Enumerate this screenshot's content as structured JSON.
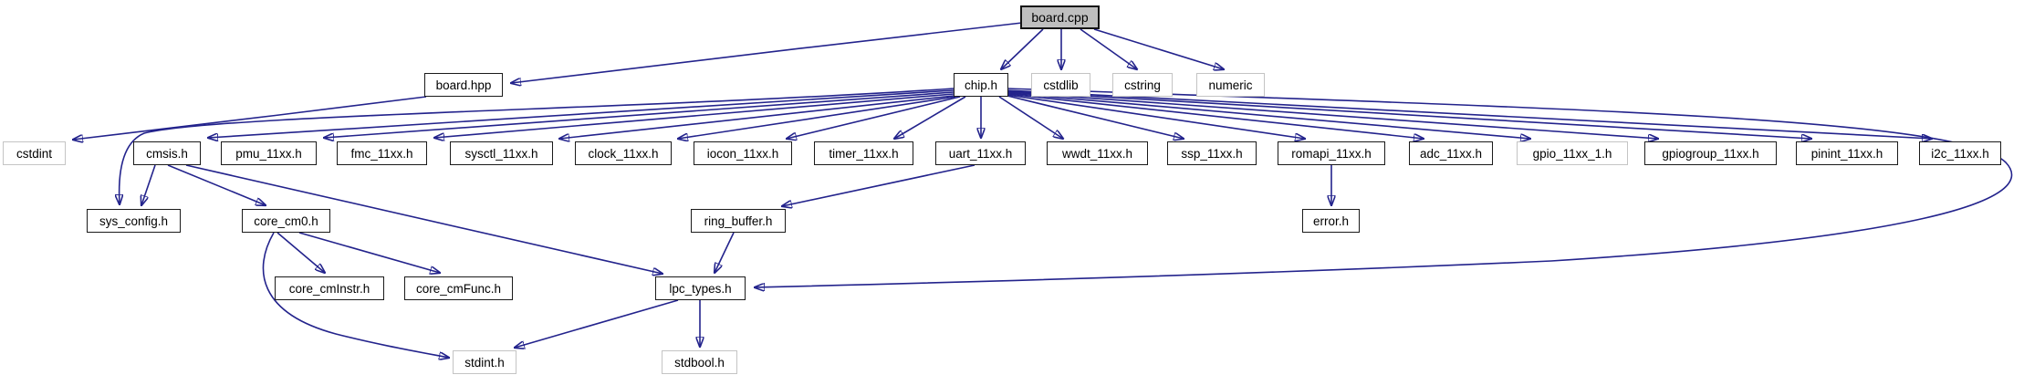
{
  "diagram": {
    "kind": "include-dependency-graph",
    "root_file": "board.cpp",
    "colors": {
      "edge": "#23238c",
      "node_fill": "#ffffff",
      "node_border": "#1a1a1a",
      "external_node_border": "#c4c4c4",
      "root_node_fill": "#bfbfbf",
      "text": "#000000",
      "background": "#ffffff"
    },
    "nodes": [
      {
        "id": "board_cpp",
        "label": "board.cpp",
        "type": "root"
      },
      {
        "id": "board_hpp",
        "label": "board.hpp",
        "type": "internal"
      },
      {
        "id": "chip_h",
        "label": "chip.h",
        "type": "internal"
      },
      {
        "id": "cstdlib",
        "label": "cstdlib",
        "type": "external"
      },
      {
        "id": "cstring",
        "label": "cstring",
        "type": "external"
      },
      {
        "id": "numeric",
        "label": "numeric",
        "type": "external"
      },
      {
        "id": "cstdint",
        "label": "cstdint",
        "type": "external"
      },
      {
        "id": "cmsis_h",
        "label": "cmsis.h",
        "type": "internal"
      },
      {
        "id": "pmu",
        "label": "pmu_11xx.h",
        "type": "internal"
      },
      {
        "id": "fmc",
        "label": "fmc_11xx.h",
        "type": "internal"
      },
      {
        "id": "sysctl",
        "label": "sysctl_11xx.h",
        "type": "internal"
      },
      {
        "id": "clock",
        "label": "clock_11xx.h",
        "type": "internal"
      },
      {
        "id": "iocon",
        "label": "iocon_11xx.h",
        "type": "internal"
      },
      {
        "id": "timer",
        "label": "timer_11xx.h",
        "type": "internal"
      },
      {
        "id": "uart",
        "label": "uart_11xx.h",
        "type": "internal"
      },
      {
        "id": "wwdt",
        "label": "wwdt_11xx.h",
        "type": "internal"
      },
      {
        "id": "ssp",
        "label": "ssp_11xx.h",
        "type": "internal"
      },
      {
        "id": "romapi",
        "label": "romapi_11xx.h",
        "type": "internal"
      },
      {
        "id": "adc",
        "label": "adc_11xx.h",
        "type": "internal"
      },
      {
        "id": "gpio",
        "label": "gpio_11xx_1.h",
        "type": "external"
      },
      {
        "id": "gpiogroup",
        "label": "gpiogroup_11xx.h",
        "type": "internal"
      },
      {
        "id": "pinint",
        "label": "pinint_11xx.h",
        "type": "internal"
      },
      {
        "id": "i2c",
        "label": "i2c_11xx.h",
        "type": "internal"
      },
      {
        "id": "sys_config",
        "label": "sys_config.h",
        "type": "internal"
      },
      {
        "id": "core_cm0",
        "label": "core_cm0.h",
        "type": "internal"
      },
      {
        "id": "ring_buffer",
        "label": "ring_buffer.h",
        "type": "internal"
      },
      {
        "id": "error",
        "label": "error.h",
        "type": "internal"
      },
      {
        "id": "core_cminstr",
        "label": "core_cmInstr.h",
        "type": "internal"
      },
      {
        "id": "core_cmfunc",
        "label": "core_cmFunc.h",
        "type": "internal"
      },
      {
        "id": "lpc_types",
        "label": "lpc_types.h",
        "type": "internal"
      },
      {
        "id": "stdint",
        "label": "stdint.h",
        "type": "external"
      },
      {
        "id": "stdbool",
        "label": "stdbool.h",
        "type": "external"
      }
    ],
    "edges": [
      {
        "from": "board_cpp",
        "to": "board_hpp"
      },
      {
        "from": "board_cpp",
        "to": "chip_h"
      },
      {
        "from": "board_cpp",
        "to": "cstdlib"
      },
      {
        "from": "board_cpp",
        "to": "cstring"
      },
      {
        "from": "board_cpp",
        "to": "numeric"
      },
      {
        "from": "board_hpp",
        "to": "cstdint"
      },
      {
        "from": "chip_h",
        "to": "cmsis_h"
      },
      {
        "from": "chip_h",
        "to": "pmu"
      },
      {
        "from": "chip_h",
        "to": "fmc"
      },
      {
        "from": "chip_h",
        "to": "sysctl"
      },
      {
        "from": "chip_h",
        "to": "clock"
      },
      {
        "from": "chip_h",
        "to": "iocon"
      },
      {
        "from": "chip_h",
        "to": "timer"
      },
      {
        "from": "chip_h",
        "to": "uart"
      },
      {
        "from": "chip_h",
        "to": "wwdt"
      },
      {
        "from": "chip_h",
        "to": "ssp"
      },
      {
        "from": "chip_h",
        "to": "romapi"
      },
      {
        "from": "chip_h",
        "to": "adc"
      },
      {
        "from": "chip_h",
        "to": "gpio"
      },
      {
        "from": "chip_h",
        "to": "gpiogroup"
      },
      {
        "from": "chip_h",
        "to": "pinint"
      },
      {
        "from": "chip_h",
        "to": "i2c"
      },
      {
        "from": "chip_h",
        "to": "sys_config"
      },
      {
        "from": "chip_h",
        "to": "lpc_types"
      },
      {
        "from": "cmsis_h",
        "to": "sys_config"
      },
      {
        "from": "cmsis_h",
        "to": "core_cm0"
      },
      {
        "from": "cmsis_h",
        "to": "lpc_types"
      },
      {
        "from": "core_cm0",
        "to": "core_cminstr"
      },
      {
        "from": "core_cm0",
        "to": "core_cmfunc"
      },
      {
        "from": "core_cm0",
        "to": "stdint"
      },
      {
        "from": "uart",
        "to": "ring_buffer"
      },
      {
        "from": "ring_buffer",
        "to": "lpc_types"
      },
      {
        "from": "romapi",
        "to": "error"
      },
      {
        "from": "lpc_types",
        "to": "stdint"
      },
      {
        "from": "lpc_types",
        "to": "stdbool"
      }
    ]
  }
}
